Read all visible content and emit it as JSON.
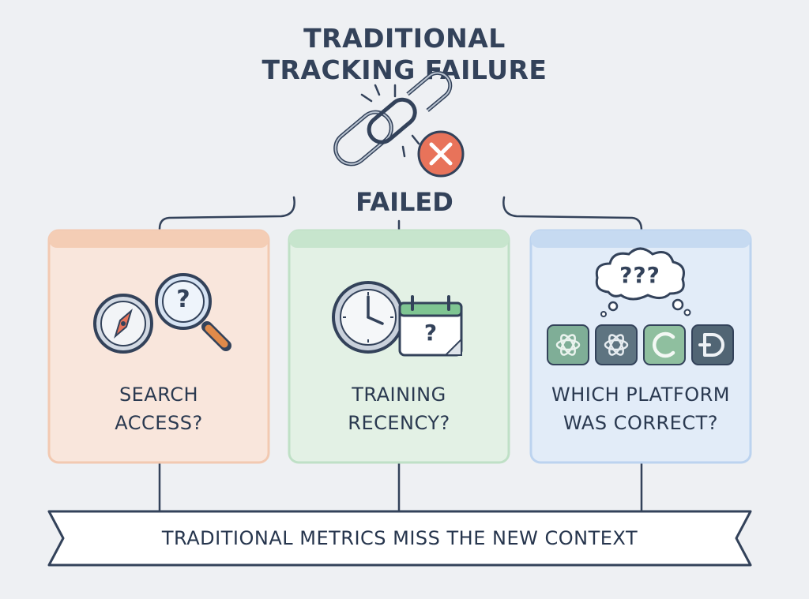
{
  "title_line1": "TRADITIONAL",
  "title_line2": "TRACKING FAILURE",
  "status_label": "FAILED",
  "cards": [
    {
      "line1": "SEARCH",
      "line2": "ACCESS?"
    },
    {
      "line1": "TRAINING",
      "line2": "RECENCY?"
    },
    {
      "line1": "WHICH PLATFORM",
      "line2": "WAS CORRECT?"
    }
  ],
  "question_marks": {
    "magnifier": "?",
    "calendar": "?",
    "thought": "???"
  },
  "banner": "TRADITIONAL METRICS MISS THE NEW CONTEXT",
  "platform_icons": [
    "openai-icon",
    "openai-dark-icon",
    "claude-icon",
    "perplexity-icon"
  ],
  "colors": {
    "card_orange": "#f9e6dc",
    "card_green": "#e3f1e5",
    "card_blue": "#e2ecf8",
    "fail_red": "#e8735a",
    "ink": "#33425a"
  }
}
